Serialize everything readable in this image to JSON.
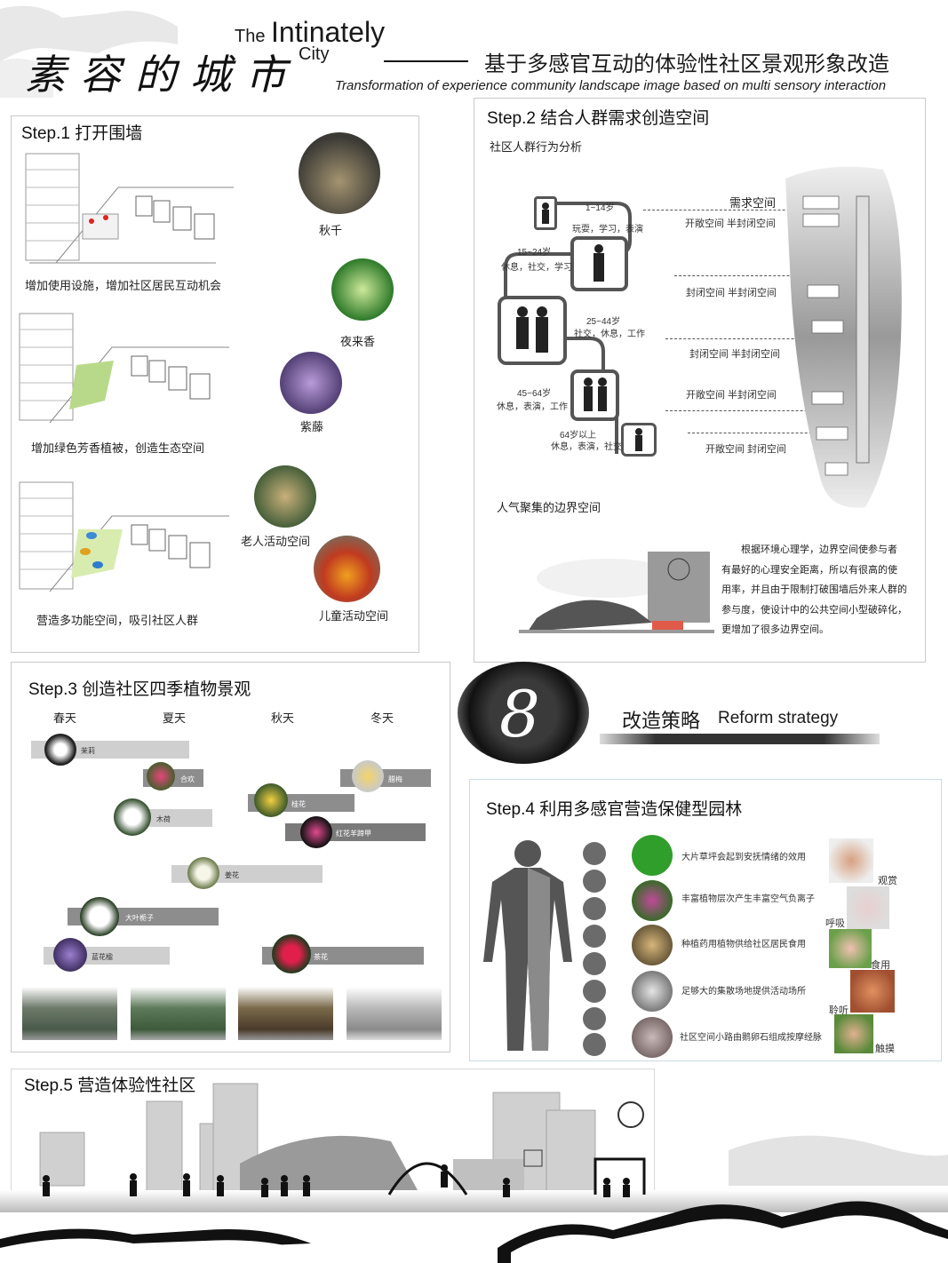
{
  "header": {
    "title_calligraphy": "素容的城市",
    "title_en_line1": "The",
    "title_en_line2": "Intinately",
    "title_en_line3": "City",
    "subtitle_cn": "基于多感官互动的体验性社区景观形象改造",
    "subtitle_en": "Transformation of experience community landscape image based on multi sensory interaction"
  },
  "step1": {
    "title": "Step.1 打开围墙",
    "captions": [
      "增加使用设施，增加社区居民互动机会",
      "增加绿色芳香植被，创造生态空间",
      "营造多功能空间，吸引社区人群"
    ],
    "plants": [
      "秋千",
      "夜来香",
      "紫藤",
      "老人活动空间",
      "儿童活动空间"
    ]
  },
  "step2": {
    "title": "Step.2 结合人群需求创造空间",
    "subtitle": "社区人群行为分析",
    "demand_header": "需求空间",
    "groups": [
      {
        "age": "1~14岁",
        "activity": "玩耍，学习，表演",
        "demand": "开敞空间  半封闭空间"
      },
      {
        "age": "15~24岁",
        "activity": "休息，社交，学习",
        "demand": "封闭空间  半封闭空间"
      },
      {
        "age": "25~44岁",
        "activity": "社交，休息，工作",
        "demand": "封闭空间  半封闭空间"
      },
      {
        "age": "45~64岁",
        "activity": "休息，表演，工作",
        "demand": "开敞空间  半封闭空间"
      },
      {
        "age": "64岁以上",
        "activity": "休息，表演，社交",
        "demand": "开敞空间  封闭空间"
      }
    ],
    "border_title": "人气聚集的边界空间",
    "border_text": [
      "根据环境心理学，边界空间使参与者",
      "有最好的心理安全距离，所以有很高的使",
      "用率，并且由于限制打破围墙后外来人群的",
      "参与度，使设计中的公共空间小型破碎化，",
      "更增加了很多边界空间。"
    ]
  },
  "step3": {
    "title": "Step.3 创造社区四季植物景观",
    "seasons": [
      "春天",
      "夏天",
      "秋天",
      "冬天"
    ],
    "plants": [
      "茉莉",
      "合欢",
      "木荷",
      "桂花",
      "红花羊蹄甲",
      "腊梅",
      "姜花",
      "大叶栀子",
      "蓝花楹",
      "茶花"
    ]
  },
  "strategy": {
    "number": "8",
    "label_cn": "改造策略",
    "label_en": "Reform strategy"
  },
  "step4": {
    "title": "Step.4 利用多感官营造保健型园林",
    "rows": [
      "大片草坪会起到安抚情绪的效用",
      "丰富植物层次产生丰富空气负离子",
      "种植药用植物供给社区居民食用",
      "足够大的集散场地提供活动场所",
      "社区空间小路由鹅卵石组成按摩经脉"
    ],
    "senses": [
      "观赏",
      "呼吸",
      "食用",
      "聆听",
      "触摸"
    ]
  },
  "step5": {
    "title": "Step.5 营造体验性社区"
  },
  "colors": {
    "accent": "#1a1a1a",
    "panel_border": "#c9c9c9",
    "bar_light": "#cfcfcf",
    "bar_dark": "#7a7a7a"
  }
}
